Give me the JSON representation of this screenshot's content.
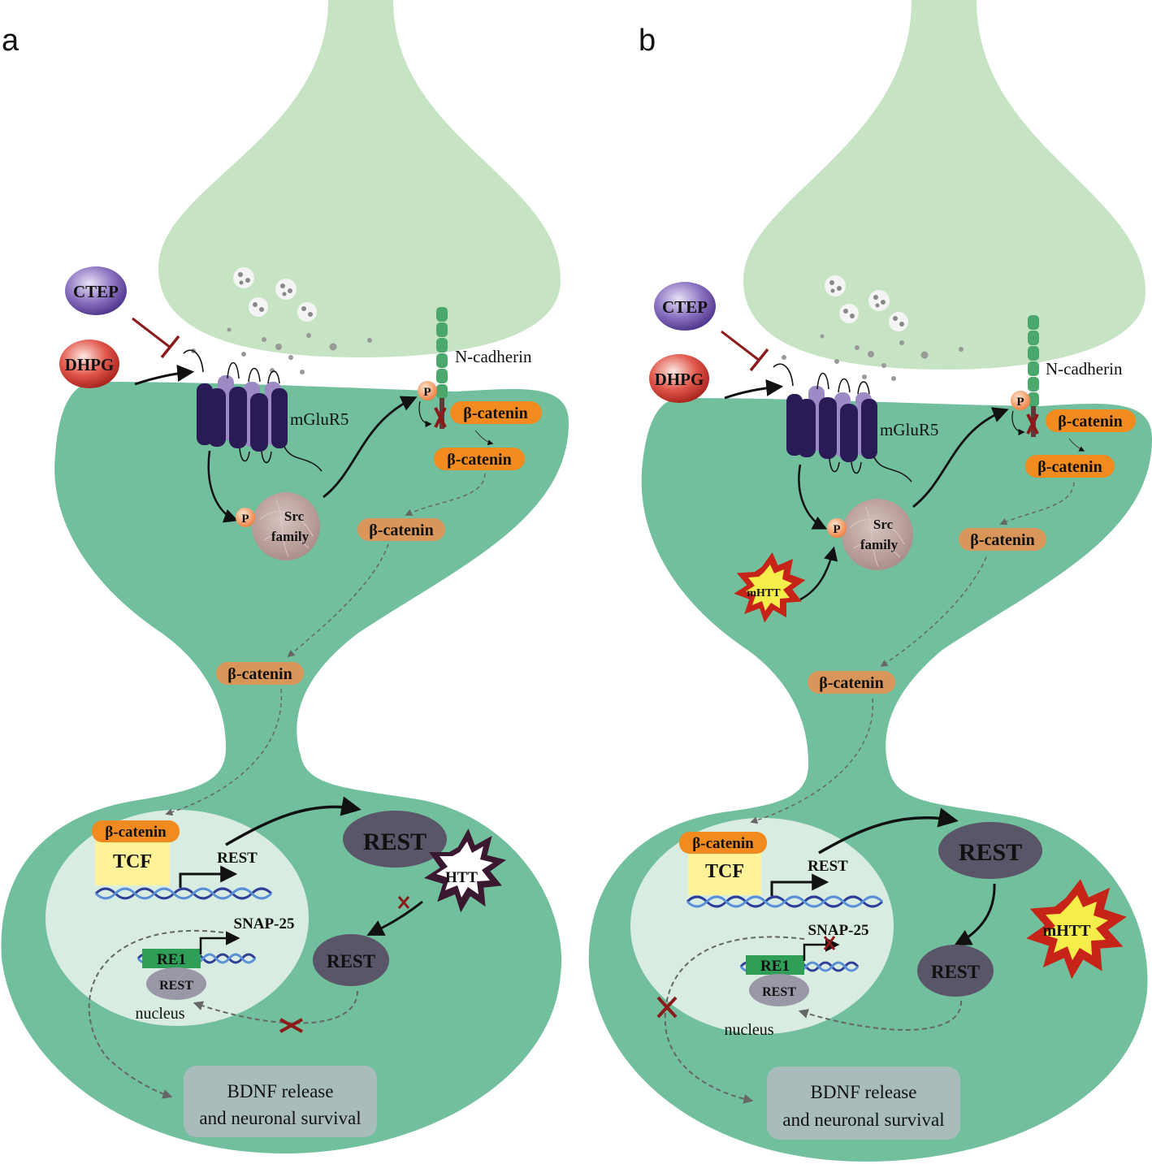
{
  "panels": [
    {
      "letter": "a",
      "ctep": "CTEP",
      "dhpg": "DHPG",
      "ncadherin": "N-cadherin",
      "mglur5": "mGluR5",
      "p": "P",
      "src_line1": "Src",
      "src_line2": "family",
      "bcat": "β-catenin",
      "tcf": "TCF",
      "rest": "REST",
      "snap25": "SNAP-25",
      "re1": "RE1",
      "nucleus": "nucleus",
      "htt": "HTT",
      "bdnf_line1": "BDNF release",
      "bdnf_line2": "and neuronal survival"
    },
    {
      "letter": "b",
      "ctep": "CTEP",
      "dhpg": "DHPG",
      "ncadherin": "N-cadherin",
      "mglur5": "mGluR5",
      "p": "P",
      "src_line1": "Src",
      "src_line2": "family",
      "bcat": "β-catenin",
      "tcf": "TCF",
      "rest": "REST",
      "snap25": "SNAP-25",
      "re1": "RE1",
      "nucleus": "nucleus",
      "mhtt": "mHTT",
      "bdnf_line1": "BDNF release",
      "bdnf_line2": "and neuronal survival"
    }
  ],
  "colors": {
    "presynaptic": "#c6e3c4",
    "neuron": "#72bf9d",
    "nucleus": "#d8ece1",
    "receptor": "#2a1a55",
    "receptor_back": "#9b8ac4",
    "beta_catenin": "#f18a1f",
    "beta_catenin_faded": "#d9965a",
    "tcf": "#fff39a",
    "re1": "#2f9e57",
    "rest": "#5a5568",
    "rest_bound": "#9a97a6",
    "src": "#b79b96",
    "inhibit": "#8b1a1a",
    "bdnf_box": "#a9bcbc",
    "mhtt": "#c62418",
    "mhtt_core": "#f5ee4a"
  }
}
